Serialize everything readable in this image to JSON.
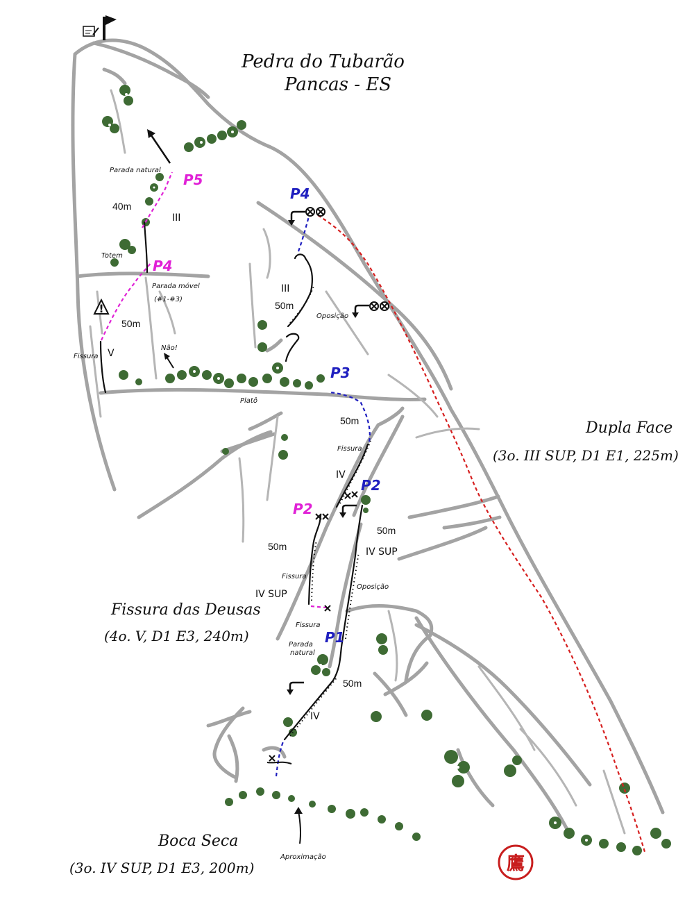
{
  "title": {
    "line1": "Pedra do Tubarão",
    "line2": "Pancas - ES"
  },
  "routes": {
    "dupla_face": {
      "name": "Dupla Face",
      "grade": "(3o. III SUP, D1 E1, 225m)"
    },
    "fissura_das_deusas": {
      "name": "Fissura das Deusas",
      "grade": "(4o. V, D1 E3, 240m)"
    },
    "boca_seca": {
      "name": "Boca Seca",
      "grade": "(3o. IV SUP, D1 E3, 200m)"
    }
  },
  "pitch_labels": {
    "p1": "P1",
    "p2_blue": "P2",
    "p3": "P3",
    "p4_blue": "P4",
    "p2_magenta": "P2",
    "p4_magenta": "P4",
    "p5": "P5"
  },
  "lengths": {
    "l_40m": "40m",
    "l_50m_upper_left": "50m",
    "l_50m_upper_mid": "50m",
    "l_50m_p3": "50m",
    "l_50m_left_mid": "50m",
    "l_50m_right_mid": "50m",
    "l_50m_lower": "50m"
  },
  "difficulties": {
    "d_III_top": "III",
    "d_III_mid": "III",
    "d_V": "V",
    "d_IV_upper": "IV",
    "d_IV_SUP_left": "IV SUP",
    "d_IV_SUP_right": "IV SUP",
    "d_IV_lower": "IV"
  },
  "labels": {
    "parada_natural_top": "Parada natural",
    "totem": "Totem",
    "parada_movel": "Parada móvel",
    "parada_movel_sub": "(#1-#3)",
    "fissura_left": "Fissura",
    "nao": "Não!",
    "plato": "Platô",
    "oposicao_top": "Oposição",
    "fissura_p3": "Fissura",
    "fissura_mid": "Fissura",
    "oposicao_mid": "Oposição",
    "fissura_lower": "Fissura",
    "parada_natural_p1": "Parada",
    "parada_natural_p1_2": "natural",
    "aproximacao": "Aproximação",
    "warning": "!"
  },
  "seal": {
    "text": "鷹"
  },
  "colors": {
    "rock": "#a3a3a3",
    "vegetation": "#3e6b34",
    "route_boca_seca": "#1f1fbf",
    "route_fissura_das_deusas": "#e021d6",
    "route_dupla_face": "#d62020",
    "seal": "#c81e1e"
  },
  "icons": {
    "summit": "flag-icon",
    "logbook": "notebook-pencil-icon",
    "warning": "warning-triangle-icon",
    "rappel": "rappel-arrow-icon",
    "anchor": "bolt-anchor-icon"
  }
}
